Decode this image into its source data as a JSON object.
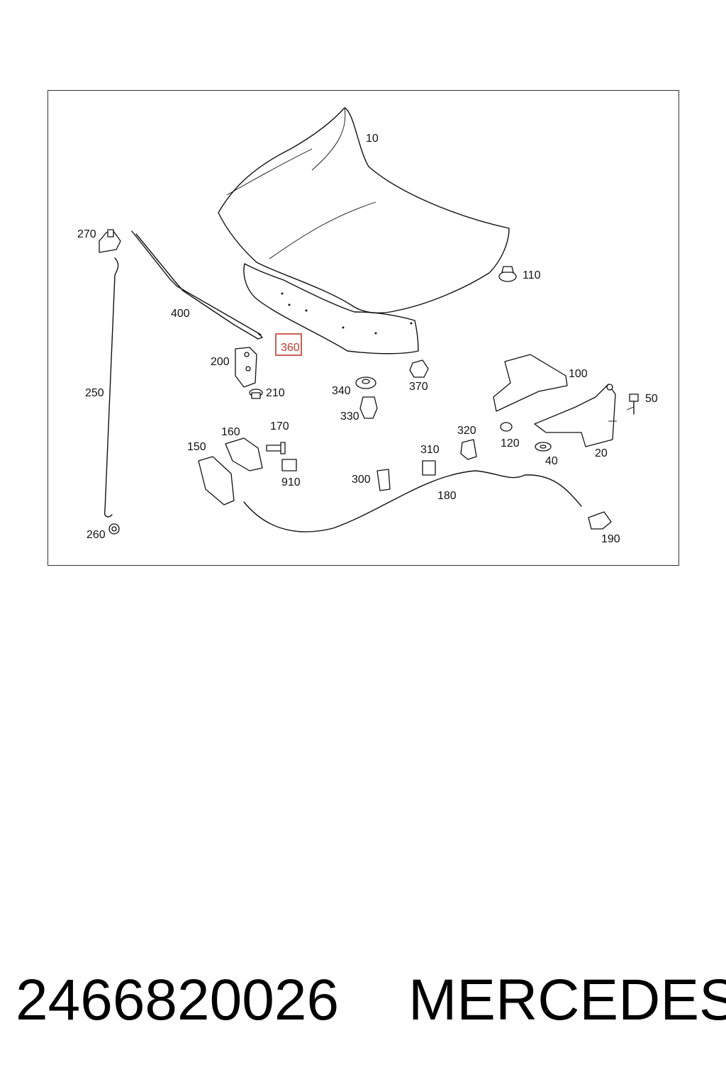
{
  "diagram": {
    "callouts": {
      "c10": "10",
      "c20": "20",
      "c40": "40",
      "c50": "50",
      "c100": "100",
      "c110": "110",
      "c120": "120",
      "c150": "150",
      "c160": "160",
      "c170": "170",
      "c180": "180",
      "c190": "190",
      "c200": "200",
      "c210": "210",
      "c250": "250",
      "c260": "260",
      "c270": "270",
      "c300": "300",
      "c310": "310",
      "c320": "320",
      "c330": "330",
      "c340": "340",
      "c360": "360",
      "c370": "370",
      "c400": "400",
      "c910": "910"
    },
    "highlighted_callout": "360",
    "highlight_color": "#c0392b"
  },
  "footer": {
    "part_number": "2466820026",
    "brand": "MERCEDES"
  }
}
